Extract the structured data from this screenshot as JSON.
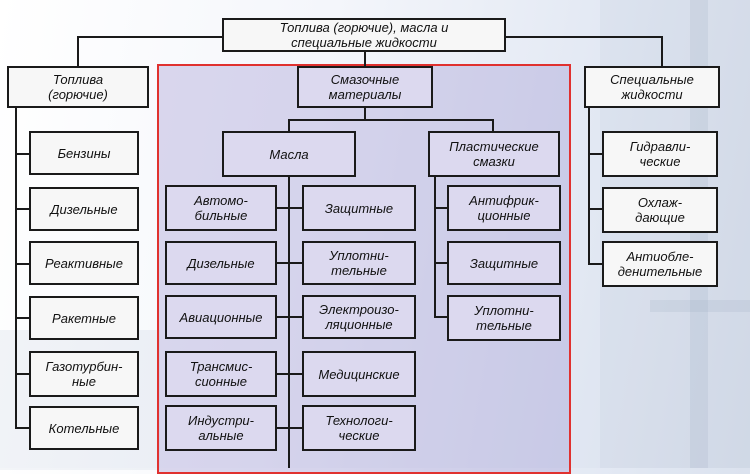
{
  "root": {
    "label": "Топлива (горючие), масла и\nспециальные жидкости"
  },
  "columns": {
    "fuels": {
      "title": "Топлива\n(горючие)",
      "items": [
        "Бензины",
        "Дизельные",
        "Реактивные",
        "Ракетные",
        "Газотурбин-\nные",
        "Котельные"
      ]
    },
    "lubricants": {
      "title": "Смазочные\nматериалы",
      "oils": {
        "title": "Масла",
        "left": [
          "Автомо-\nбильные",
          "Дизельные",
          "Авиационные",
          "Трансмис-\nсионные",
          "Индустри-\nальные"
        ],
        "right": [
          "Защитные",
          "Уплотни-\nтельные",
          "Электроизо-\nляционные",
          "Медицинские",
          "Технологи-\nческие"
        ]
      },
      "greases": {
        "title": "Пластические\nсмазки",
        "items": [
          "Антифрик-\nционные",
          "Защитные",
          "Уплотни-\nтельные"
        ]
      }
    },
    "special": {
      "title": "Специальные\nжидкости",
      "items": [
        "Гидравли-\nческие",
        "Охлаж-\nдающие",
        "Антиобле-\nденительные"
      ]
    }
  },
  "colors": {
    "highlight_border": "#e0312f",
    "highlight_fill": "#b9b3e0",
    "box_border": "#1a1a1a"
  }
}
